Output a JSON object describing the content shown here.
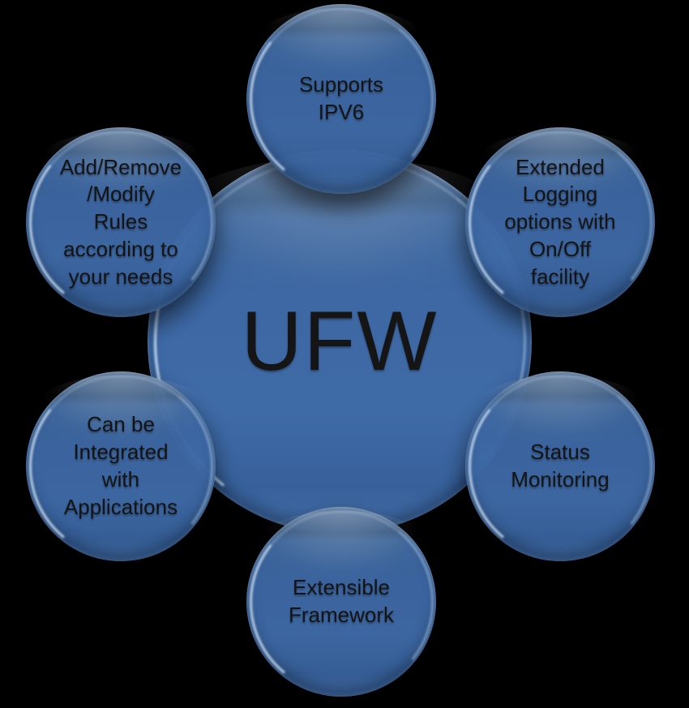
{
  "diagram": {
    "type": "radial",
    "colors": {
      "background": "#000000",
      "bubble_body": "#3e6aa6",
      "bubble_shade_band": "#2f537f",
      "bubble_top_cap": "#47688f",
      "rim_highlight": "#daedff",
      "text": "#151515"
    },
    "center": {
      "label": "UFW"
    },
    "satellites": [
      {
        "id": "supports-ipv6",
        "position": "top",
        "label": "Supports\nIPV6"
      },
      {
        "id": "extended-logging",
        "position": "top-right",
        "label": "Extended\nLogging\noptions with\nOn/Off\nfacility"
      },
      {
        "id": "status-monitoring",
        "position": "bottom-right",
        "label": "Status\nMonitoring"
      },
      {
        "id": "extensible-framework",
        "position": "bottom",
        "label": "Extensible\nFramework"
      },
      {
        "id": "integrated-applications",
        "position": "bottom-left",
        "label": "Can be\nIntegrated\nwith\nApplications"
      },
      {
        "id": "add-remove-modify-rules",
        "position": "top-left",
        "label": "Add/Remove\n/Modify\nRules\naccording to\nyour needs"
      }
    ]
  }
}
